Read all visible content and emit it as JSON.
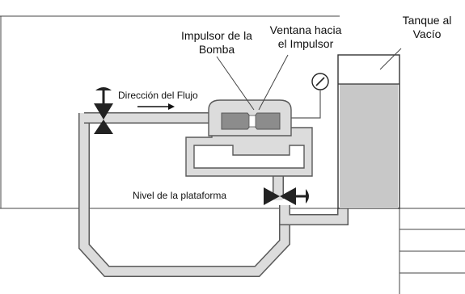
{
  "labels": {
    "impeller_line1": "Impulsor de la",
    "impeller_line2": "Bomba",
    "window_line1": "Ventana hacia",
    "window_line2": "el Impulsor",
    "tank_line1": "Tanque al",
    "tank_line2": "Vacío",
    "flow": "Dirección del Flujo",
    "platform": "Nivel de la plataforma"
  },
  "colors": {
    "pipe_fill": "#dcdcdc",
    "pipe_stroke": "#5a5a5a",
    "tank_water": "#c8c8c8",
    "impeller": "#8c8c8c",
    "valve": "#222222",
    "line": "#444444"
  },
  "icons": {
    "gauge": "pressure-gauge-icon",
    "valve_top": "gate-valve-icon",
    "valve_bottom": "gate-valve-icon",
    "flow_arrow": "arrow-right-icon"
  }
}
